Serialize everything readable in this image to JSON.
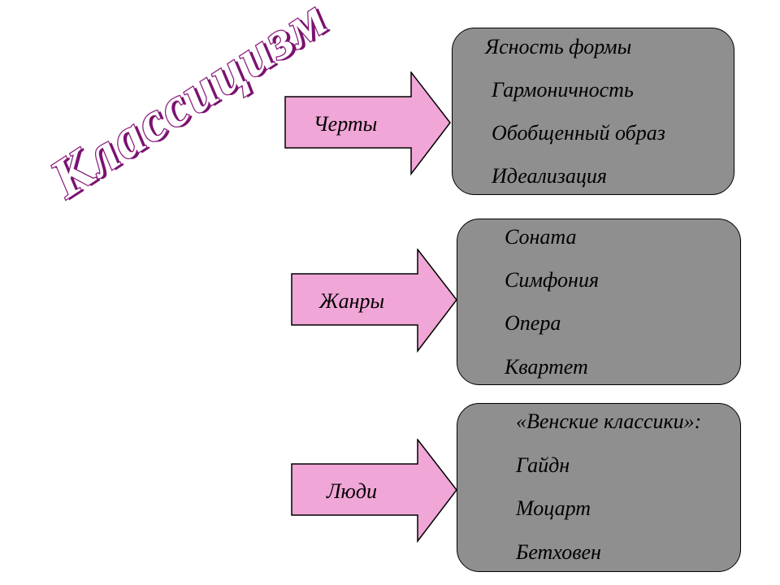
{
  "title": "Классицизм",
  "groups": [
    {
      "label": "Черты",
      "items": [
        "Ясность формы",
        "Гармоничность",
        "Обобщенный образ",
        "Идеализация"
      ]
    },
    {
      "label": "Жанры",
      "items": [
        "Соната",
        "Симфония",
        "Опера",
        "Квартет"
      ]
    },
    {
      "label": "Люди",
      "items": [
        "«Венские классики»:",
        "Гайдн",
        "Моцарт",
        "Бетховен"
      ]
    }
  ],
  "colors": {
    "arrow_fill": "#f0a6d6",
    "box_fill": "#8f8f8f",
    "title_stroke": "#8b1a7c"
  }
}
